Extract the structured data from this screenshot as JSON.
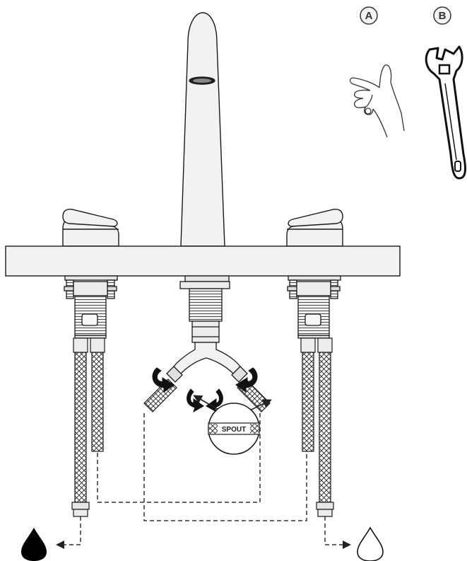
{
  "tools": [
    {
      "letter": "A",
      "name": "hand"
    },
    {
      "letter": "B",
      "name": "adjustable-wrench"
    }
  ],
  "spout_label": "SPOUT",
  "hot_supply": {
    "icon": "filled-water-drop-icon",
    "color": "#000000"
  },
  "cold_supply": {
    "icon": "outline-water-drop-icon",
    "color": "#ffffff"
  },
  "line_color": "#1a1a1a",
  "fill_color": "#f2f2f2"
}
